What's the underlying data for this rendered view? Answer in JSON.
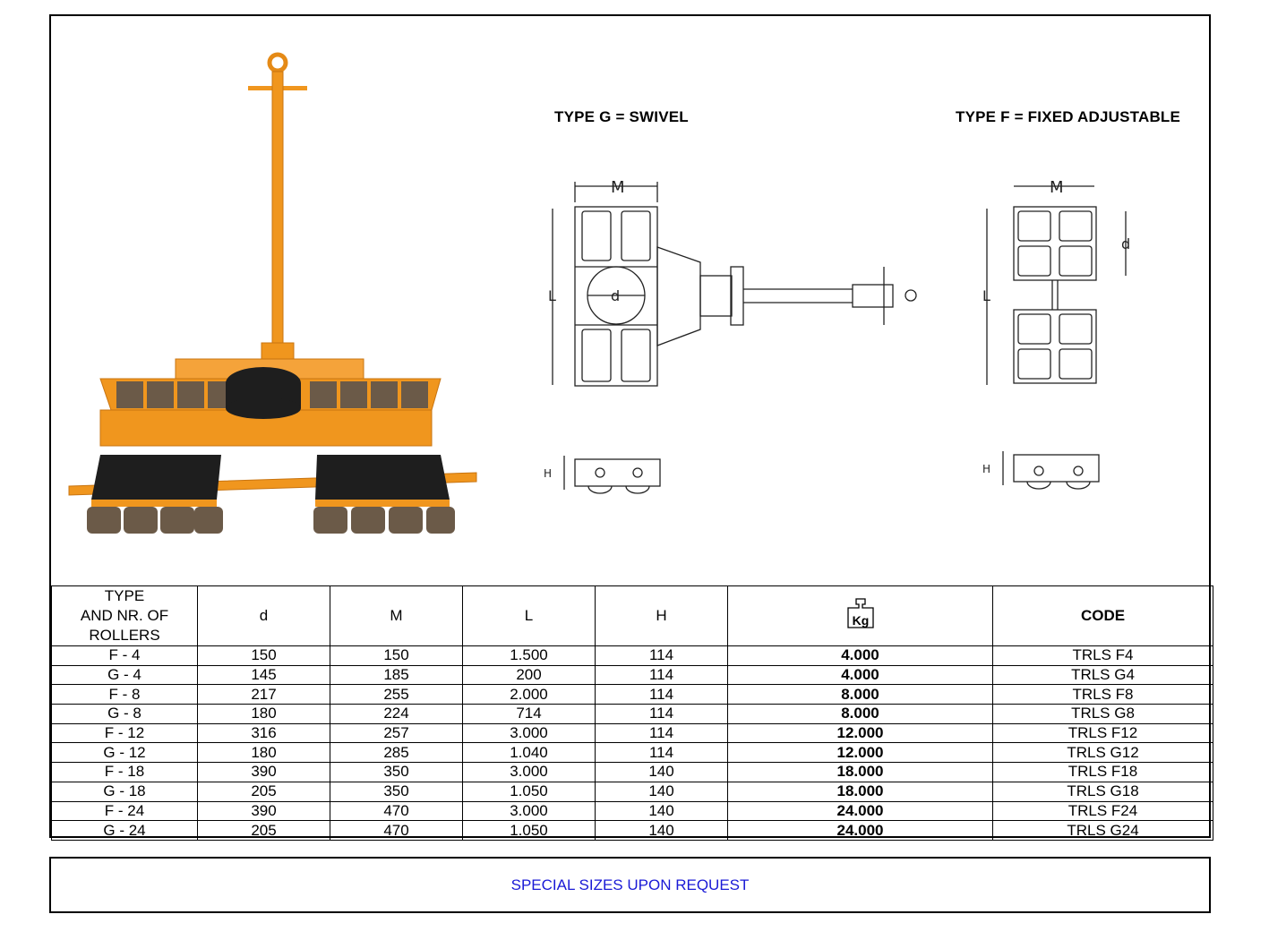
{
  "drawings": {
    "type_g_label": "TYPE G = SWIVEL",
    "type_f_label": "TYPE F = FIXED ADJUSTABLE",
    "dim_m": "M",
    "dim_l": "L",
    "dim_d": "d",
    "dim_h": "H"
  },
  "table": {
    "headers": {
      "type": "TYPE\nAND NR. OF\nROLLERS",
      "d": "d",
      "m": "M",
      "l": "L",
      "h": "H",
      "kg": "Kg",
      "code": "CODE"
    },
    "rows": [
      {
        "type": "F - 4",
        "d": "150",
        "m": "150",
        "l": "1.500",
        "h": "114",
        "kg": "4.000",
        "code": "TRLS F4"
      },
      {
        "type": "G - 4",
        "d": "145",
        "m": "185",
        "l": "200",
        "h": "114",
        "kg": "4.000",
        "code": "TRLS G4"
      },
      {
        "type": "F - 8",
        "d": "217",
        "m": "255",
        "l": "2.000",
        "h": "114",
        "kg": "8.000",
        "code": "TRLS F8"
      },
      {
        "type": "G - 8",
        "d": "180",
        "m": "224",
        "l": "714",
        "h": "114",
        "kg": "8.000",
        "code": "TRLS G8"
      },
      {
        "type": "F - 12",
        "d": "316",
        "m": "257",
        "l": "3.000",
        "h": "114",
        "kg": "12.000",
        "code": "TRLS F12"
      },
      {
        "type": "G - 12",
        "d": "180",
        "m": "285",
        "l": "1.040",
        "h": "114",
        "kg": "12.000",
        "code": "TRLS G12"
      },
      {
        "type": "F - 18",
        "d": "390",
        "m": "350",
        "l": "3.000",
        "h": "140",
        "kg": "18.000",
        "code": "TRLS F18"
      },
      {
        "type": "G - 18",
        "d": "205",
        "m": "350",
        "l": "1.050",
        "h": "140",
        "kg": "18.000",
        "code": "TRLS G18"
      },
      {
        "type": "F - 24",
        "d": "390",
        "m": "470",
        "l": "3.000",
        "h": "140",
        "kg": "24.000",
        "code": "TRLS F24"
      },
      {
        "type": "G - 24",
        "d": "205",
        "m": "470",
        "l": "1.050",
        "h": "140",
        "kg": "24.000",
        "code": "TRLS G24"
      }
    ]
  },
  "footer": {
    "text": "SPECIAL SIZES UPON REQUEST",
    "color": "#1a1ad6"
  },
  "colors": {
    "frame_orange": "#f0961e",
    "roller_brown": "#6b5a48",
    "pad_black": "#1e1e1e"
  }
}
